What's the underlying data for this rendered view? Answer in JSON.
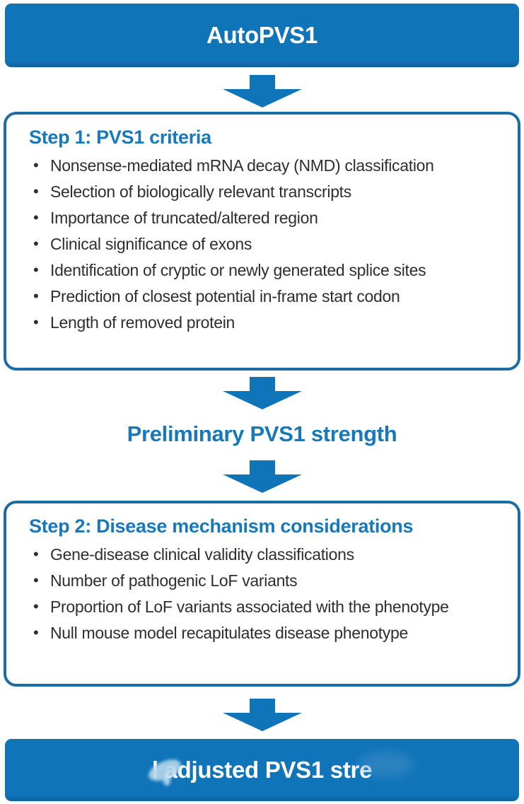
{
  "top_banner": {
    "label": "AutoPVS1"
  },
  "step1": {
    "title": "Step 1: PVS1 criteria",
    "items": [
      "Nonsense-mediated mRNA decay (NMD) classification",
      "Selection of biologically relevant transcripts",
      "Importance of truncated/altered region",
      "Clinical significance of exons",
      "Identification of cryptic or newly generated splice sites",
      "Prediction of closest potential in-frame start codon",
      "Length of removed protein"
    ]
  },
  "intermediate": {
    "label": "Preliminary PVS1 strength"
  },
  "step2": {
    "title": "Step 2: Disease mechanism considerations",
    "items": [
      "Gene-disease clinical validity classifications",
      "Number of pathogenic LoF variants",
      "Proportion of LoF variants associated with the phenotype",
      "Null mouse model recapitulates disease phenotype"
    ]
  },
  "bottom_banner": {
    "label": "l adjusted PVS1 stre"
  },
  "colors": {
    "banner_blue": "#1074b9",
    "banner_bottom_edge": "#0d629c",
    "box_border_blue": "#1c6ca6",
    "heading_blue": "#1778ba",
    "body_text": "#2e2e2e",
    "arrow_blue": "#1074b9",
    "smudge_light_blue": "#b6d7ea"
  }
}
